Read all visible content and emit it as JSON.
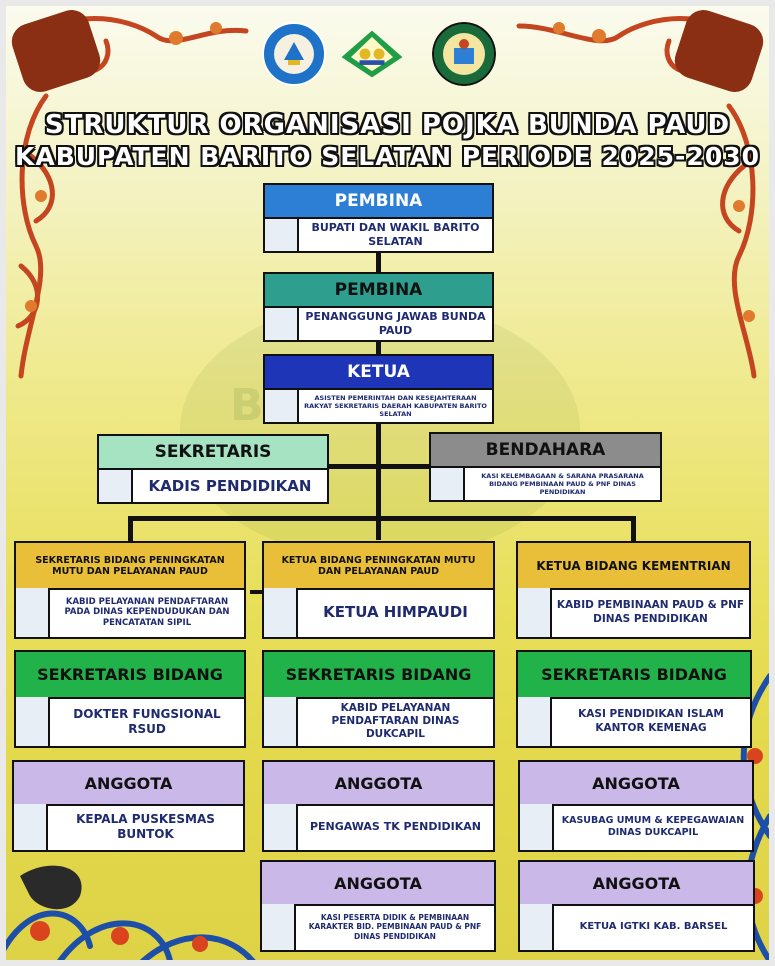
{
  "header": {
    "title_line1": "STRUKTUR ORGANISASI POJKA BUNDA PAUD",
    "title_line2": "KABUPATEN BARITO SELATAN PERIODE 2025-2030"
  },
  "colors": {
    "pembina1": "#2d7fd6",
    "pembina2": "#2e9e8e",
    "ketua": "#1f35b8",
    "sekretaris": "#a6e3c3",
    "bendahara": "#8c8c8c",
    "ketua_bidang": "#e9bf3a",
    "sekretaris_bidang": "#21b34a",
    "anggota": "#c9b8e8",
    "text_body": "#1f2b6e"
  },
  "logos": [
    "tut-wuri-handayani-logo",
    "paud-logo",
    "pokja-barito-selatan-logo"
  ],
  "nodes": {
    "pembina1": {
      "title": "PEMBINA",
      "body": "BUPATI DAN WAKIL BARITO SELATAN"
    },
    "pembina2": {
      "title": "PEMBINA",
      "body": "PENANGGUNG JAWAB BUNDA PAUD"
    },
    "ketua": {
      "title": "KETUA",
      "body": "ASISTEN PEMERINTAH DAN KESEJAHTERAAN RAKYAT SEKRETARIS DAERAH KABUPATEN BARITO SELATAN"
    },
    "sekretaris": {
      "title": "SEKRETARIS",
      "body": "KADIS PENDIDIKAN"
    },
    "bendahara": {
      "title": "BENDAHARA",
      "body": "KASI KELEMBAGAAN & SARANA PRASARANA BIDANG PEMBINAAN PAUD & PNF DINAS PENDIDIKAN"
    },
    "col1_head": {
      "title": "SEKRETARIS BIDANG PENINGKATAN MUTU DAN PELAYANAN PAUD",
      "body": "KABID PELAYANAN PENDAFTARAN PADA DINAS KEPENDUDUKAN DAN PENCATATAN SIPIL"
    },
    "col2_head": {
      "title": "KETUA BIDANG PENINGKATAN MUTU DAN PELAYANAN PAUD",
      "body": "KETUA HIMPAUDI"
    },
    "col3_head": {
      "title": "KETUA BIDANG KEMENTRIAN",
      "body": "KABID PEMBINAAN PAUD & PNF DINAS PENDIDIKAN"
    },
    "col1_sek": {
      "title": "SEKRETARIS BIDANG",
      "body": "DOKTER FUNGSIONAL RSUD"
    },
    "col2_sek": {
      "title": "SEKRETARIS BIDANG",
      "body": "KABID PELAYANAN PENDAFTARAN DINAS DUKCAPIL"
    },
    "col3_sek": {
      "title": "SEKRETARIS BIDANG",
      "body": "KASI PENDIDIKAN ISLAM KANTOR KEMENAG"
    },
    "col1_ang1": {
      "title": "ANGGOTA",
      "body": "KEPALA PUSKESMAS BUNTOK"
    },
    "col2_ang1": {
      "title": "ANGGOTA",
      "body": "PENGAWAS TK PENDIDIKAN"
    },
    "col3_ang1": {
      "title": "ANGGOTA",
      "body": "KASUBAG UMUM & KEPEGAWAIAN DINAS DUKCAPIL"
    },
    "col2_ang2": {
      "title": "ANGGOTA",
      "body": "KASI PESERTA DIDIK & PEMBINAAN KARAKTER BID. PEMBINAAN PAUD & PNF DINAS PENDIDIKAN"
    },
    "col3_ang2": {
      "title": "ANGGOTA",
      "body": "KETUA IGTKI KAB. BARSEL"
    }
  }
}
